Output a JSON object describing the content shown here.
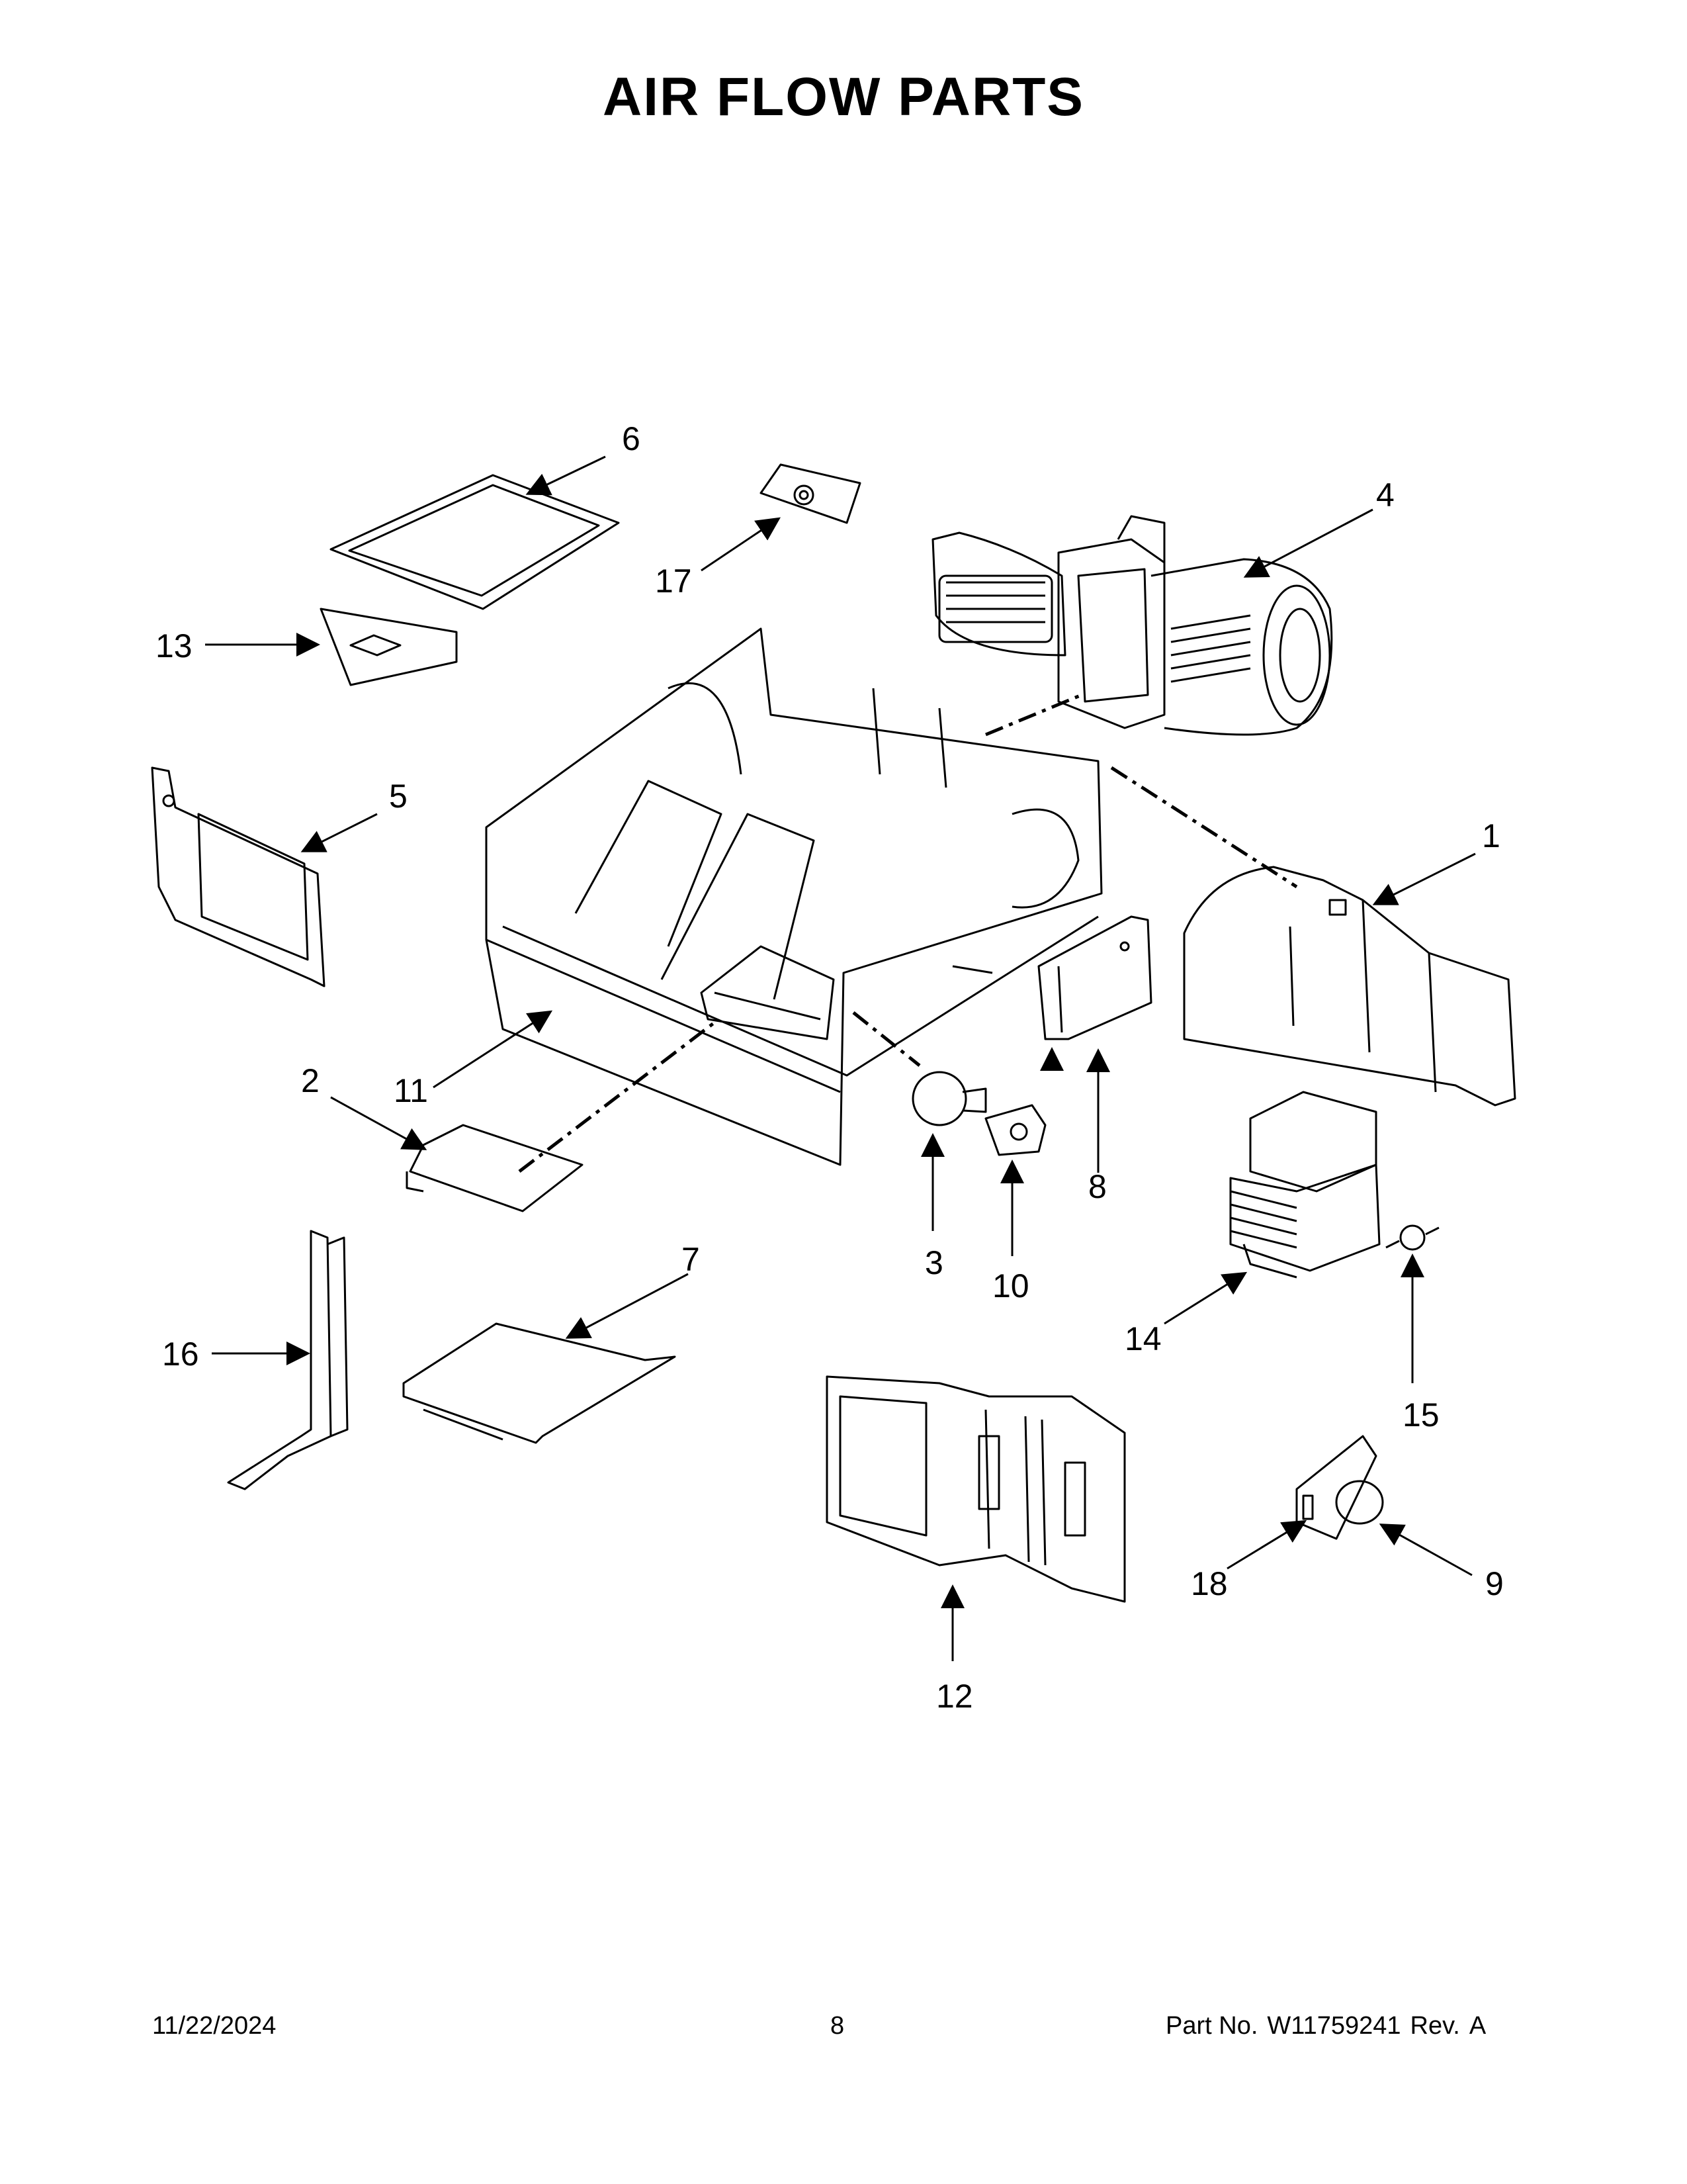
{
  "page": {
    "title": "AIR FLOW PARTS",
    "footer": {
      "date": "11/22/2024",
      "page_number": "8",
      "part_no_label": "Part No.",
      "part_no": "W11759241",
      "rev_label": "Rev.",
      "rev": "A"
    }
  },
  "callouts": {
    "c1": "1",
    "c2": "2",
    "c3": "3",
    "c4": "4",
    "c5": "5",
    "c6": "6",
    "c7": "7",
    "c8": "8",
    "c9": "9",
    "c10": "10",
    "c11": "11",
    "c12": "12",
    "c13": "13",
    "c14": "14",
    "c15": "15",
    "c16": "16",
    "c17": "17",
    "c18": "18"
  }
}
